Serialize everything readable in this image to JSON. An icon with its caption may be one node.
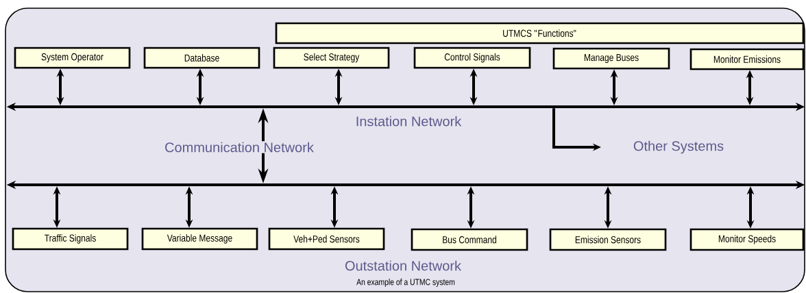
{
  "diagram": {
    "caption": "An example of a UTMC system",
    "nodes": [
      {
        "text": [
          "UTMCS \"Functions\""
        ]
      },
      {
        "text": [
          "System Operator"
        ]
      },
      {
        "text": [
          "Database"
        ]
      },
      {
        "text": [
          "Select Strategy"
        ]
      },
      {
        "text": [
          "Control Signals"
        ]
      },
      {
        "text": [
          "Manage Buses"
        ]
      },
      {
        "text": [
          "Monitor Emissions"
        ]
      },
      {
        "text": [],
        "shape": "bar"
      },
      {
        "text": [
          "Other Systems"
        ]
      },
      {
        "text": [],
        "shape": "bar"
      },
      {
        "text": [
          "Traffic Signals"
        ]
      },
      {
        "text": [
          "Variable Message"
        ]
      },
      {
        "text": [
          "Veh+Ped Sensors"
        ]
      },
      {
        "text": [
          "Bus Command"
        ]
      },
      {
        "text": [
          "Emission Sensors"
        ]
      },
      {
        "text": [
          "Monitor Speeds"
        ]
      }
    ],
    "edges": [
      {
        "from": 1,
        "to": 7,
        "arrow": "both"
      },
      {
        "from": 2,
        "to": 7,
        "arrow": "both"
      },
      {
        "from": 3,
        "to": 7,
        "arrow": "both"
      },
      {
        "from": 4,
        "to": 7,
        "arrow": "both"
      },
      {
        "from": 5,
        "to": 7,
        "arrow": "both"
      },
      {
        "from": 6,
        "to": 7,
        "arrow": "both"
      },
      {
        "from": 7,
        "to": 9,
        "arrow": "both"
      },
      {
        "from": 7,
        "to": 8,
        "arrow": "to"
      },
      {
        "from": 9,
        "to": 10,
        "arrow": "both"
      },
      {
        "from": 9,
        "to": 11,
        "arrow": "both"
      },
      {
        "from": 9,
        "to": 12,
        "arrow": "both"
      },
      {
        "from": 9,
        "to": 13,
        "arrow": "both"
      },
      {
        "from": 9,
        "to": 14,
        "arrow": "both"
      },
      {
        "from": 9,
        "to": 15,
        "arrow": "both"
      }
    ],
    "labels": [
      "Instation Network",
      "Communication Network",
      "Outstation Network"
    ]
  }
}
